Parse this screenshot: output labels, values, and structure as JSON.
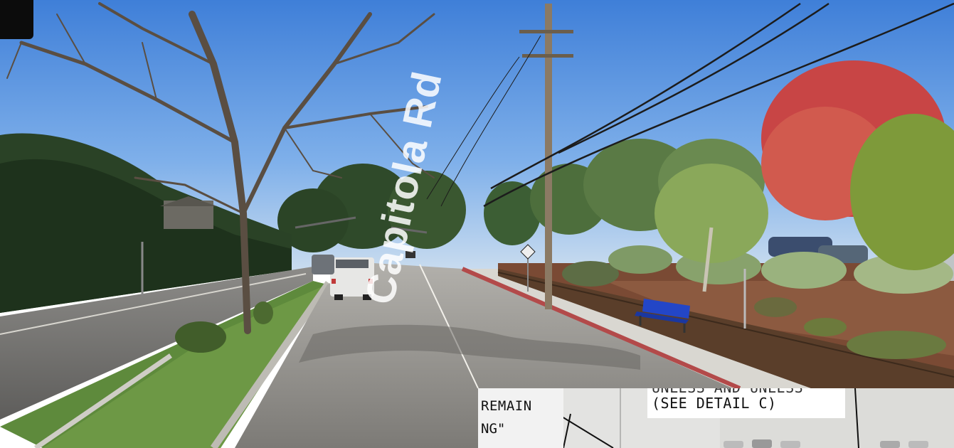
{
  "scene": {
    "street_name": "Capitola Rd",
    "sky_color": "#4f8ee0",
    "road_color": "#8e8c88",
    "curb_red": "#b34a4a",
    "bench_color": "#2346c7"
  },
  "inset": {
    "label_line1": "REMAIN",
    "label_line2": "NG\"",
    "callout": "(SEE DETAIL C)",
    "clipped_top": "UNLESS AND UNLESS"
  }
}
